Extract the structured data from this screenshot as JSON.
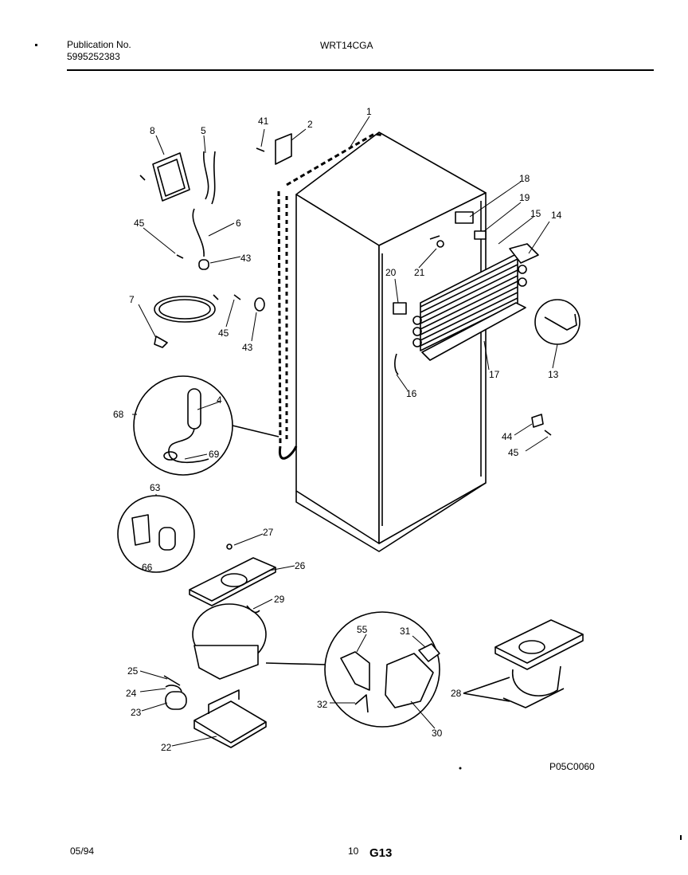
{
  "header": {
    "publication_label": "Publication No.",
    "publication_number": "5995252383",
    "model": "WRT14CGA"
  },
  "footer": {
    "date": "05/94",
    "page_number": "10",
    "page_code": "G13",
    "figure_code": "P05C0060"
  },
  "callouts": [
    "1",
    "2",
    "41",
    "8",
    "5",
    "6",
    "45",
    "43",
    "7",
    "45",
    "43",
    "4",
    "68",
    "69",
    "63",
    "66",
    "27",
    "26",
    "29",
    "25",
    "24",
    "23",
    "22",
    "18",
    "19",
    "15",
    "14",
    "20",
    "21",
    "13",
    "17",
    "16",
    "44",
    "45",
    "55",
    "31",
    "32",
    "30",
    "28"
  ]
}
